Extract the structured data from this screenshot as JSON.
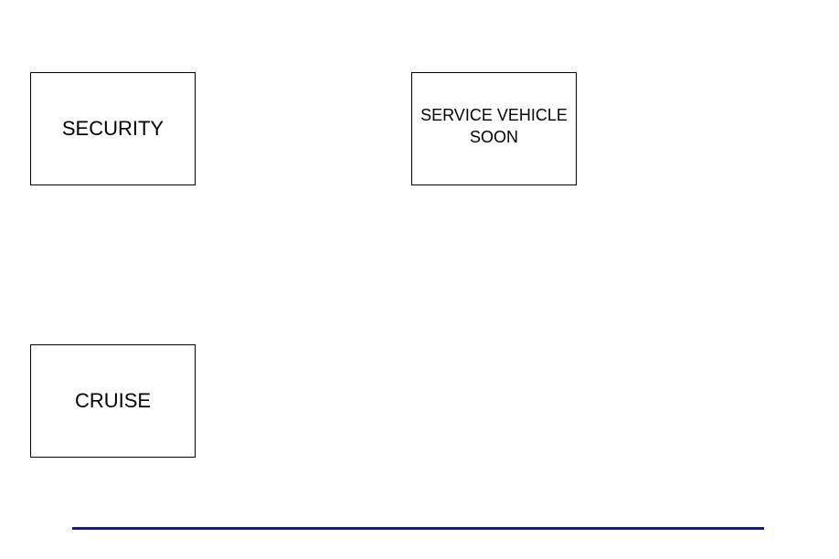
{
  "indicators": {
    "security": {
      "label": "SECURITY"
    },
    "service": {
      "label": "SERVICE VEHICLE\nSOON"
    },
    "cruise": {
      "label": "CRUISE"
    }
  },
  "colors": {
    "border": "#000000",
    "footer_rule": "#0a14c8",
    "background": "#ffffff"
  }
}
